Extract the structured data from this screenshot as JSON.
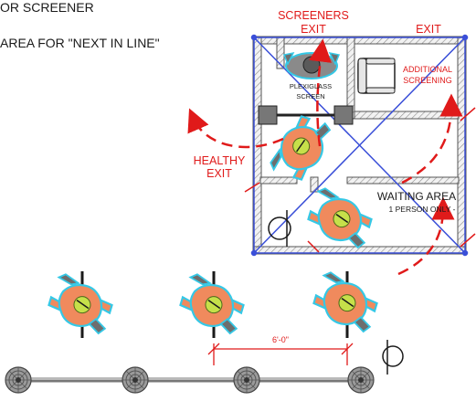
{
  "labels": {
    "for_screener": "OR SCREENER",
    "area_next_in_line": "AREA FOR \"NEXT IN LINE\"",
    "screeners_exit_line1": "SCREENERS",
    "screeners_exit_line2": "EXIT",
    "exit": "EXIT",
    "additional_screening_line1": "ADDITIONAL",
    "additional_screening_line2": "SCREENING",
    "plexiglass_line1": "PLEXIGLASS",
    "plexiglass_line2": "SCREEN",
    "healthy_exit_line1": "HEALTHY",
    "healthy_exit_line2": "EXIT",
    "waiting_area_line1": "WAITING AREA",
    "waiting_area_line2": "1 PERSON ONLY -",
    "dimension": "6'-0\""
  },
  "colors": {
    "red": "#e01a1a",
    "blue": "#3a4fd8",
    "person_body": "#f08a5d",
    "person_head": "#c6e04a",
    "person_outline": "#35c8e6",
    "post": "#8a8a8a",
    "hatch": "#9a9a9a"
  }
}
